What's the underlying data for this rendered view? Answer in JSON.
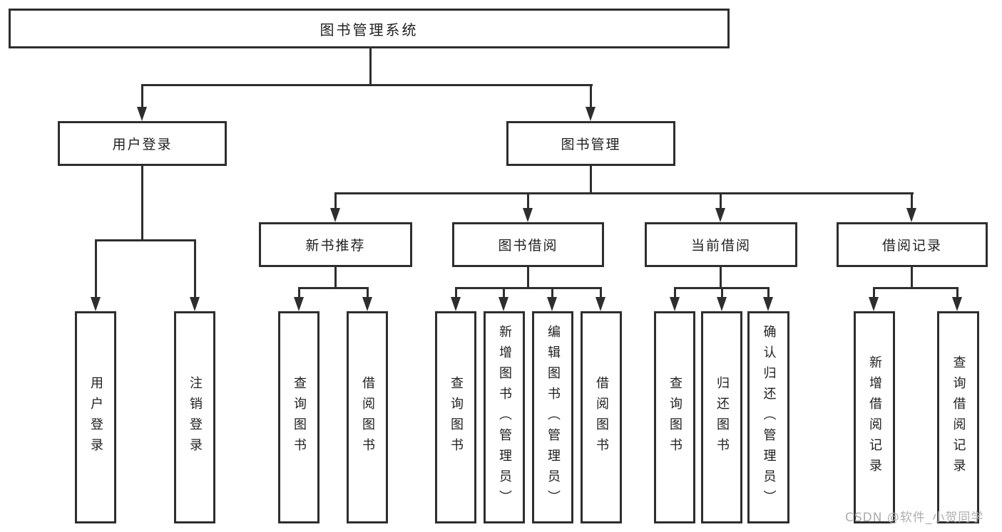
{
  "diagram": {
    "type": "hierarchy-tree",
    "root": {
      "label": "图书管理系统",
      "children": [
        {
          "label": "用户登录",
          "children": [
            {
              "label": "用户登录"
            },
            {
              "label": "注销登录"
            }
          ]
        },
        {
          "label": "图书管理",
          "children": [
            {
              "label": "新书推荐",
              "children": [
                {
                  "label": "查询图书"
                },
                {
                  "label": "借阅图书"
                }
              ]
            },
            {
              "label": "图书借阅",
              "children": [
                {
                  "label": "查询图书"
                },
                {
                  "label": "新增图书（管理员）"
                },
                {
                  "label": "编辑图书（管理员）"
                },
                {
                  "label": "借阅图书"
                }
              ]
            },
            {
              "label": "当前借阅",
              "children": [
                {
                  "label": "查询图书"
                },
                {
                  "label": "归还图书"
                },
                {
                  "label": "确认归还（管理员）"
                }
              ]
            },
            {
              "label": "借阅记录",
              "children": [
                {
                  "label": "新增借阅记录"
                },
                {
                  "label": "查询借阅记录"
                }
              ]
            }
          ]
        }
      ]
    },
    "colors": {
      "line": "#2e2e2e",
      "box_border": "#2e2e2e",
      "box_fill": "#ffffff",
      "text": "#1f1f1f",
      "watermark": "#aeaeae"
    }
  },
  "watermark": {
    "text": "CSDN @软件_小贺同学"
  }
}
